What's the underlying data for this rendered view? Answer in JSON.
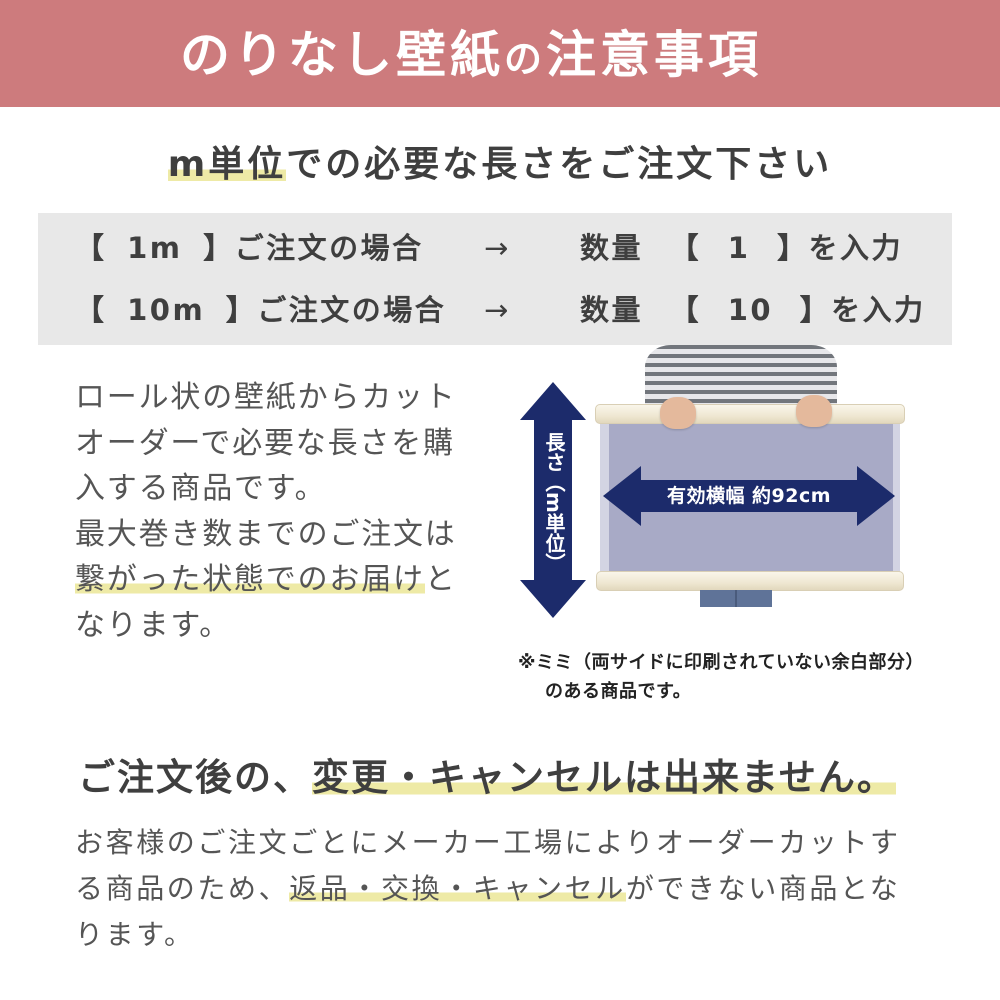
{
  "colors": {
    "banner": "#cd7b7d",
    "highlight": "#eeeaa6",
    "navy": "#1c2b6b",
    "box": "#e8e8e8",
    "ink": "#3f3f3f",
    "body": "#555555",
    "panel": "#a8aac6"
  },
  "header": {
    "title_main": "のりなし壁紙",
    "title_particle": "の",
    "title_end": "注意事項"
  },
  "subtitle": {
    "highlight": "m単位",
    "rest": "での必要な長さをご注文下さい"
  },
  "order_table": {
    "rows": [
      {
        "condition": "【 1m 】ご注文の場合",
        "arrow": "→",
        "result": "数量 【 1 】を入力"
      },
      {
        "condition": "【 10m 】ご注文の場合",
        "arrow": "→",
        "result": "数量 【 10 】を入力"
      }
    ]
  },
  "description": {
    "line1": "ロール状の壁紙からカット",
    "line2": "オーダーで必要な長さを購",
    "line3": "入する商品です。",
    "line4": "最大巻き数までのご注文は",
    "line5_highlight": "繋がった状態でのお届け",
    "line5_rest": "と",
    "line6": "なります。"
  },
  "figure": {
    "length_label": "長さ（m単位）",
    "width_label": "有効横幅 約92cm",
    "length_icon": "double-arrow-vertical",
    "width_icon": "double-arrow-horizontal",
    "note_line1": "※ミミ（両サイドに印刷されていない余白部分）",
    "note_line2": "のある商品です。"
  },
  "notice": {
    "heading_plain": "ご注文後の、",
    "heading_highlight": "変更・キャンセルは出来ません。",
    "line1": "お客様のご注文ごとにメーカー工場によりオーダーカットす",
    "line2_before": "る商品のため、",
    "line2_highlight": "返品・交換・キャンセル",
    "line2_after": "ができない商品とな",
    "line3": "ります。"
  }
}
